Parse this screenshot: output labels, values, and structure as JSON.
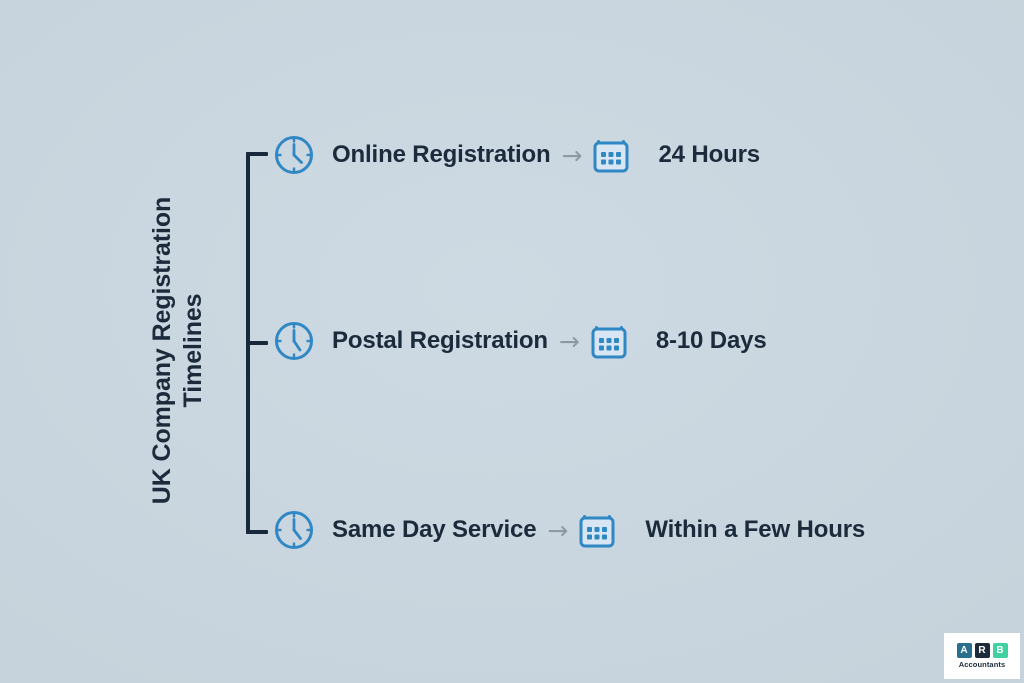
{
  "title": {
    "line1": "UK Company Registration",
    "line2": "Timelines"
  },
  "colors": {
    "background_top_left": "#c8d4dd",
    "background_center": "#ccd9e2",
    "text_dark": "#1c2b3b",
    "icon_blue": "#2f87c4",
    "arrow_gray": "#8d9aa6",
    "logo_teal": "#2b6f8f",
    "logo_navy": "#1c2b3b",
    "logo_green": "#3fd1a0"
  },
  "bracket": {
    "tick_count": 3
  },
  "rows": [
    {
      "clock_icon": "clock-icon",
      "label": "Online Registration",
      "arrow_icon": "arrow-right-icon",
      "calendar_icon": "calendar-icon",
      "value": "24 Hours"
    },
    {
      "clock_icon": "clock-icon",
      "label": "Postal Registration",
      "arrow_icon": "arrow-right-icon",
      "calendar_icon": "calendar-icon",
      "value": "8-10 Days"
    },
    {
      "clock_icon": "clock-icon",
      "label": "Same Day Service",
      "arrow_icon": "arrow-right-icon",
      "calendar_icon": "calendar-icon",
      "value": "Within a Few Hours"
    }
  ],
  "logo": {
    "letters": [
      "A",
      "R",
      "B"
    ],
    "name": "Accountants"
  },
  "arrow_glyph": "→"
}
